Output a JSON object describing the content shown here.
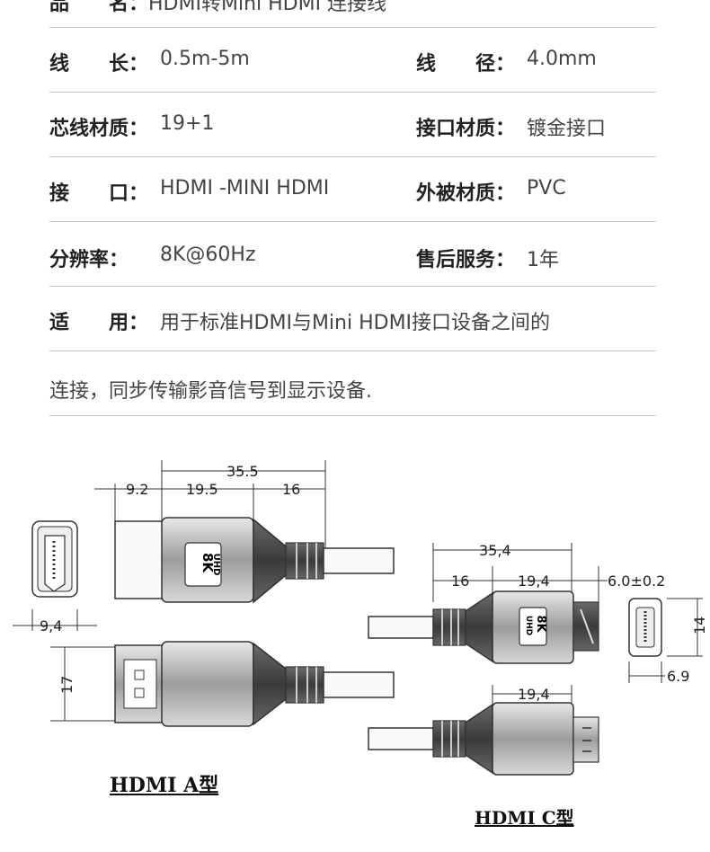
{
  "specs": {
    "product_name": {
      "label": "品　　名：",
      "value": "HDMI转Mini HDMI 连接线"
    },
    "length": {
      "label": "线　　长：",
      "value": "0.5m-5m"
    },
    "diameter": {
      "label": "线　　径：",
      "value": "4.0mm"
    },
    "core_material": {
      "label": "芯线材质：",
      "value": "19+1"
    },
    "connector_material": {
      "label": "接口材质：",
      "value": "镀金接口"
    },
    "interface": {
      "label": "接　　口：",
      "value": "HDMI -MINI HDMI"
    },
    "jacket_material": {
      "label": "外被材质：",
      "value": "PVC"
    },
    "resolution": {
      "label": "分辨率：",
      "value": "8K@60Hz"
    },
    "after_sales": {
      "label": "售后服务：",
      "value": "1年"
    },
    "usage": {
      "label": "适　　用：",
      "value": "用于标准HDMI与Mini HDMI接口设备之间的"
    },
    "usage_cont": "连接，同步传输影音信号到显示设备."
  },
  "drawing": {
    "a_dims": {
      "total": "35.5",
      "tip": "9.2",
      "body": "19.5",
      "boot": "16",
      "width": "9,4",
      "height": "17"
    },
    "c_dims": {
      "total": "35,4",
      "boot": "16",
      "body": "19,4",
      "tip": "6.0±0.2",
      "height": "14",
      "width": "6.9",
      "body2": "19,4"
    },
    "badge_top": "8K",
    "badge_bottom": "UHD",
    "caption_a": "HDMI  A型",
    "caption_c": "HDMI  C型"
  }
}
